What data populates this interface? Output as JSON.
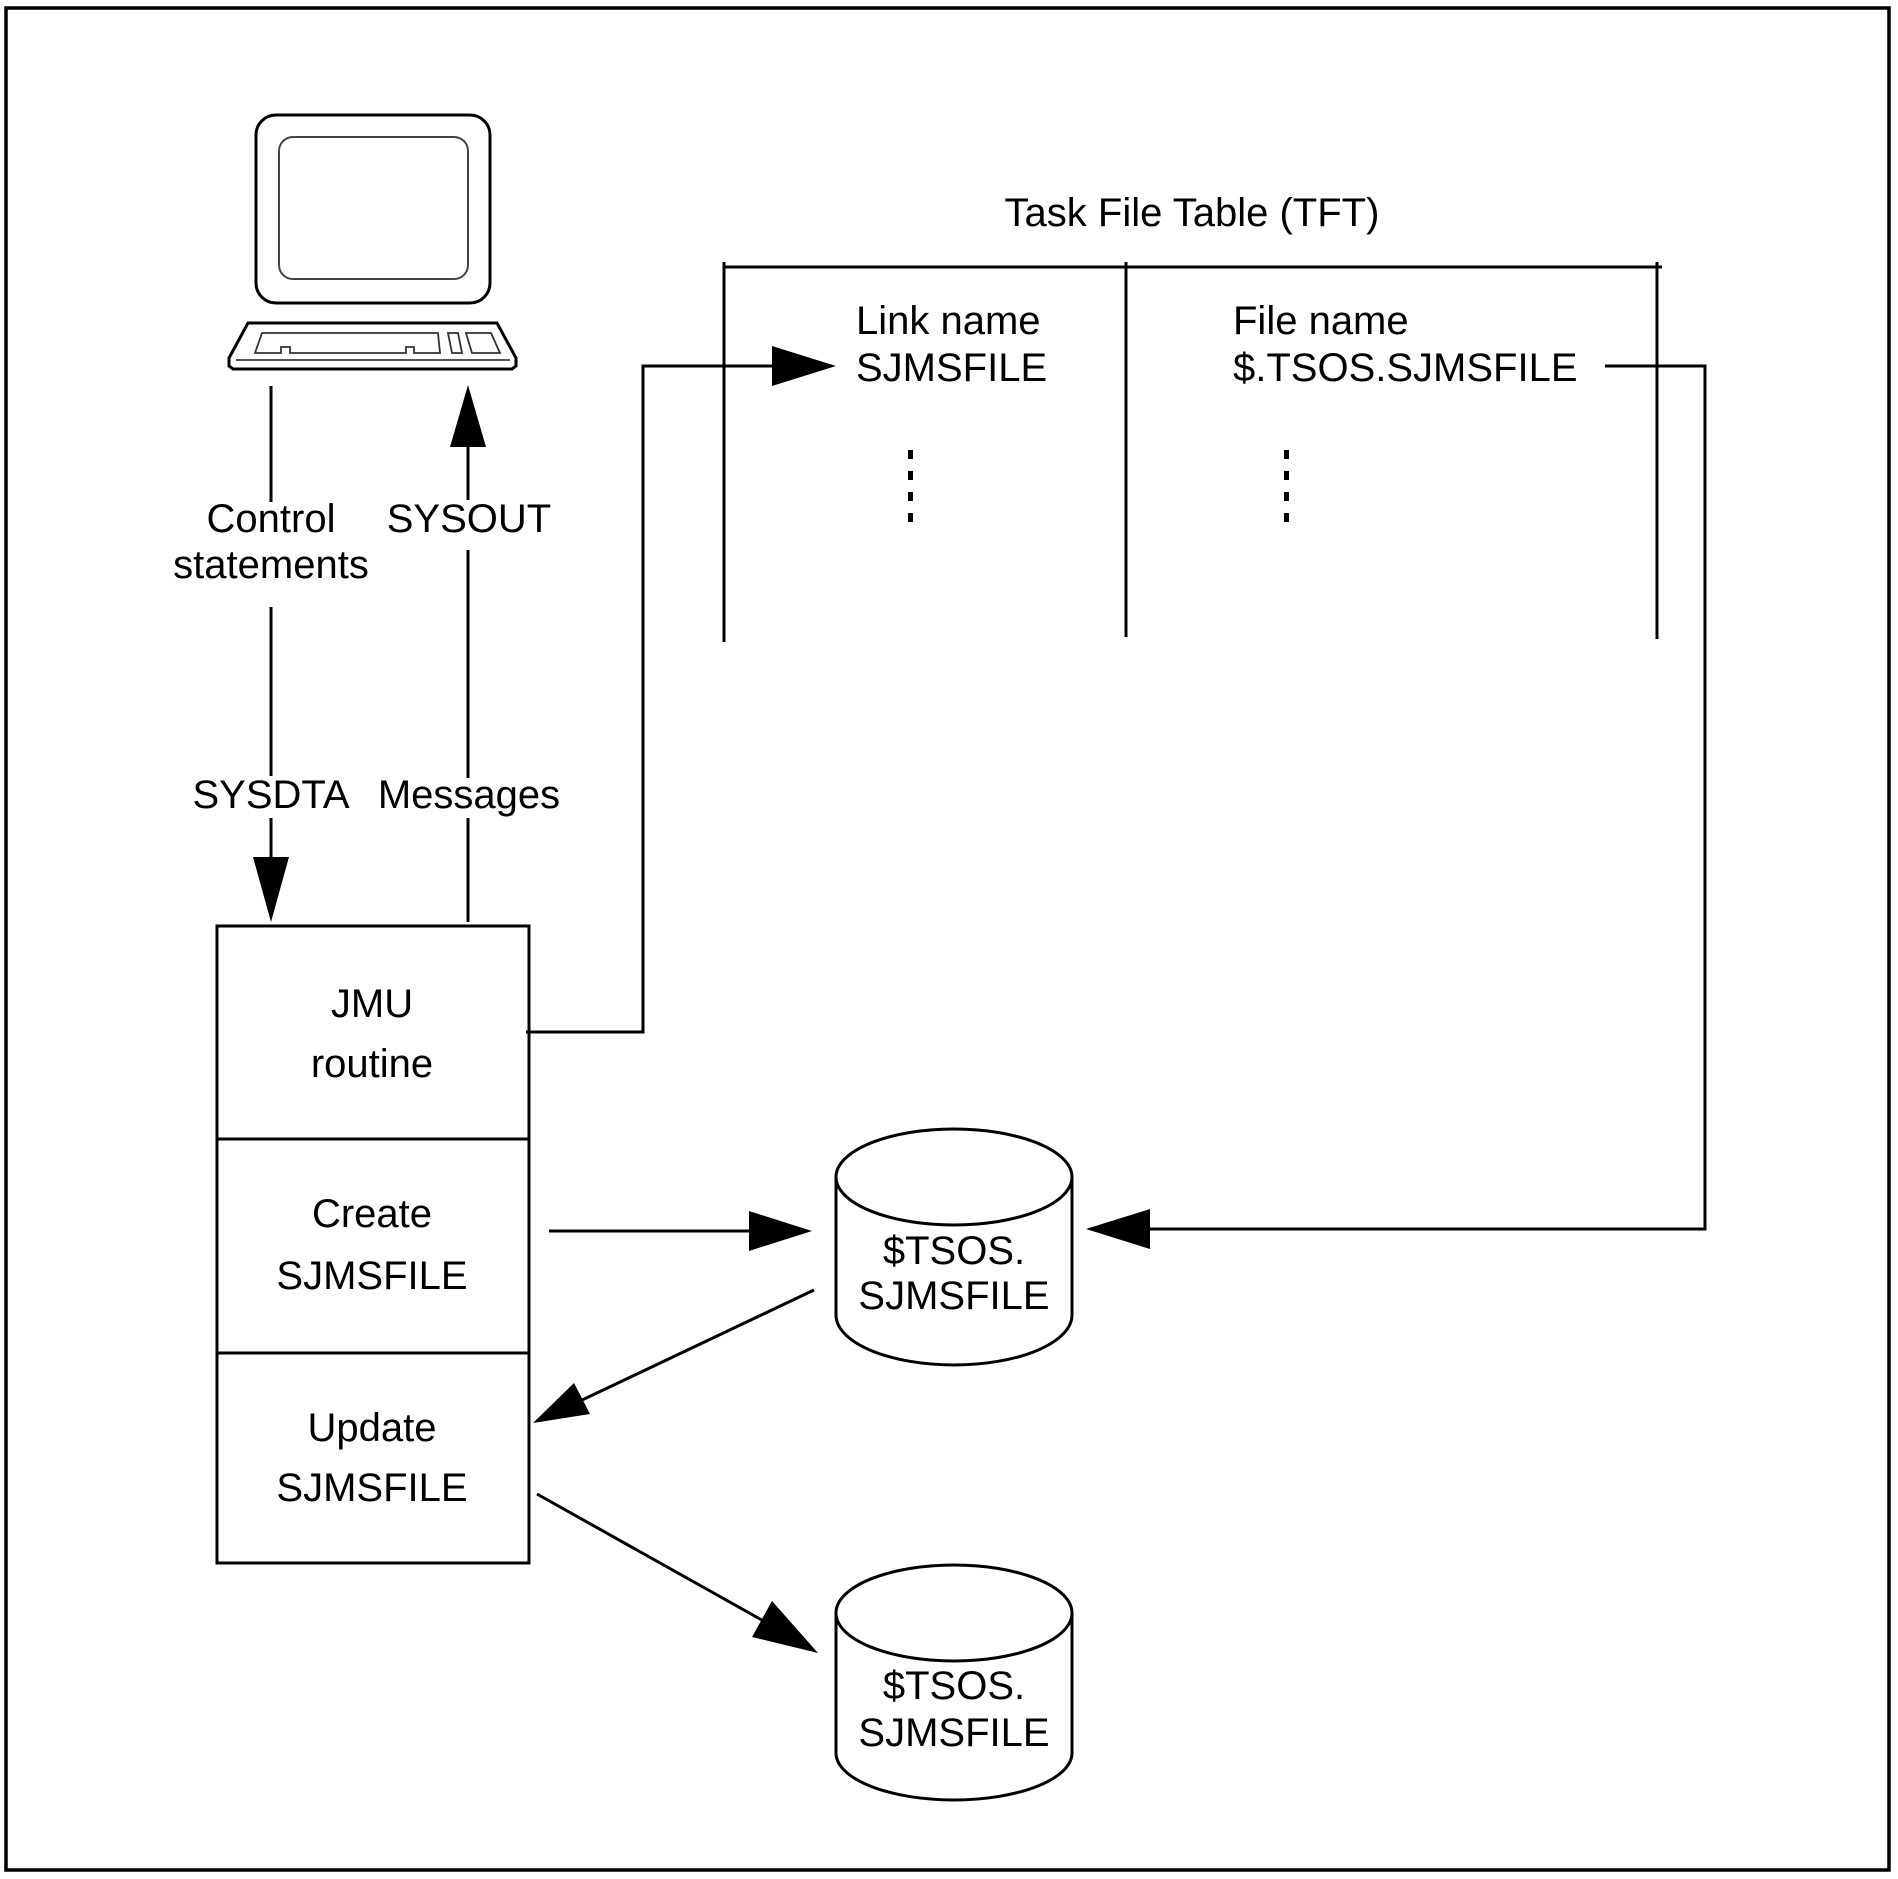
{
  "figure": {
    "type": "data-flow diagram",
    "terminal": {
      "icon": "terminal-icon",
      "input_label": [
        "Control",
        "statements"
      ],
      "input_channel": "SYSDTA",
      "output_label": "SYSOUT",
      "output_channel": "Messages"
    },
    "program_box": {
      "sections": [
        {
          "id": "jmu",
          "lines": [
            "JMU",
            "routine"
          ]
        },
        {
          "id": "create",
          "lines": [
            "Create",
            "SJMSFILE"
          ]
        },
        {
          "id": "update",
          "lines": [
            "Update",
            "SJMSFILE"
          ]
        }
      ]
    },
    "tft": {
      "title": "Task File Table (TFT)",
      "columns": [
        {
          "header": "Link name",
          "value": "SJMSFILE",
          "continuation": "ellipsis-vertical"
        },
        {
          "header": "File name",
          "value": "$.TSOS.SJMSFILE",
          "continuation": "ellipsis-vertical"
        }
      ]
    },
    "disks": [
      {
        "id": "disk-1",
        "icon": "disk-cylinder-icon",
        "lines": [
          "$TSOS.",
          "SJMSFILE"
        ]
      },
      {
        "id": "disk-2",
        "icon": "disk-cylinder-icon",
        "lines": [
          "$TSOS.",
          "SJMSFILE"
        ]
      }
    ],
    "connections": [
      {
        "from": "terminal",
        "to": "jmu",
        "label": "Control statements / SYSDTA"
      },
      {
        "from": "jmu",
        "to": "terminal",
        "label": "Messages / SYSOUT"
      },
      {
        "from": "jmu",
        "to": "tft.link_name"
      },
      {
        "from": "tft.file_name",
        "to": "disk-1"
      },
      {
        "from": "create",
        "to": "disk-1"
      },
      {
        "from": "disk-1",
        "to": "update"
      },
      {
        "from": "update",
        "to": "disk-2"
      }
    ]
  }
}
